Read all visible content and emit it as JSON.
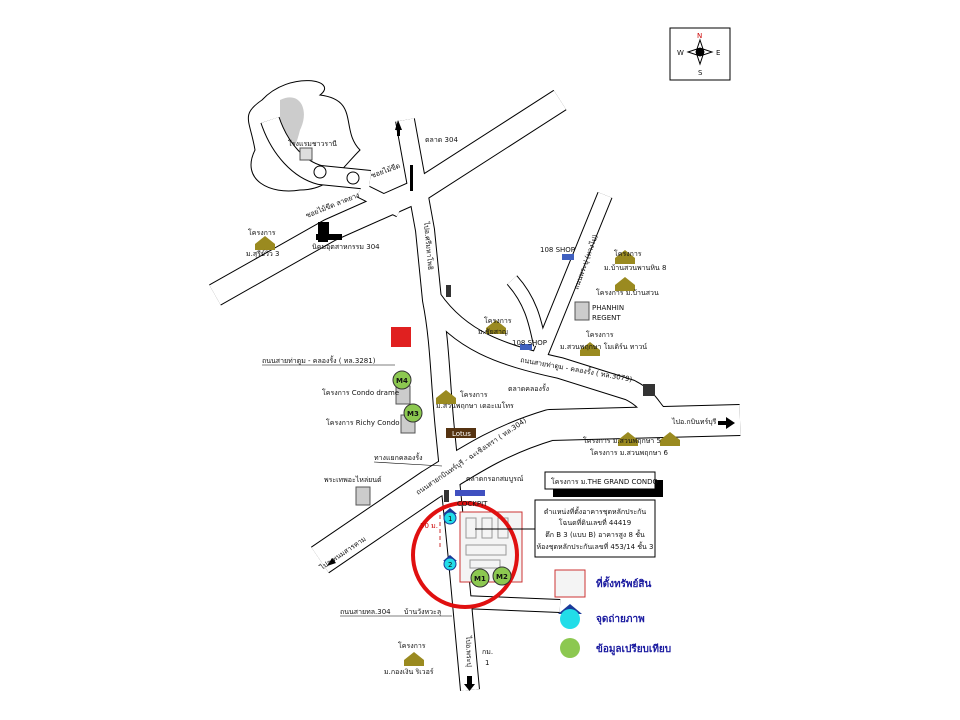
{
  "compass": {
    "n": "N",
    "s": "S",
    "e": "E",
    "w": "W"
  },
  "labels": {
    "hotel": "โรงแรมชาวรานี",
    "soi_maikheed": "ซอยไม้ขีด",
    "market_304": "ตลาด 304",
    "soi_maikheed_paved": "ซอยไม้ขีด ลาดยาง",
    "proj_suree_1": "โครงการ",
    "proj_suree_2": "ม.สุรีย์วิว 3",
    "industrial_304": "นิคมอุตสาหกรรม 304",
    "to_srimahaphot": "ไปอ.ศรีมหาโพธิ",
    "shop108_a": "108 SHOP",
    "proj_banpanhin_1": "โครงการ",
    "proj_banpanhin_2": "ม.บ้านสวนพานหิน 8",
    "proj_bansuan": "โครงการ ม.บ้านสวน",
    "phanhin_1": "PHANHIN",
    "phanhin_2": "REGENT",
    "road_prapu": "ถนนพระปุ (ทางไป)",
    "proj_chai_1": "โครงการ",
    "proj_chai_2": "ม.ชัยสาญ",
    "shop108_b": "108 SHOP",
    "proj_modern_1": "โครงการ",
    "proj_modern_2": "ม.สวนพฤกษา โมเดิร์น ทาวน์",
    "road_3079": "ถนนสายท่าตูม - คลองรั้ง ( ทล.3079)",
    "road_3281": "ถนนสายท่าตูม - คลองรั้ง ( ทล.3281)",
    "market_klongrang": "ตลาดคลองรั้ง",
    "proj_metro_1": "โครงการ",
    "proj_metro_2": "ม.สวนพฤกษา เดอะเมโทร",
    "condo_drame": "โครงการ Condo drame",
    "richy_condo": "โครงการ Richy Condo",
    "lotus": "Lotus",
    "to_kabinburi": "ไปอ.กบินทร์บุรี",
    "proj_sp5": "โครงการ ม.สวนพฤกษา 5",
    "proj_sp6": "โครงการ ม.สวนพฤกษา 6",
    "junction_klongrang": "ทางแยกคลองรั้ง",
    "road_304": "ถนนสายกบินทร์บุรี - ฉะเชิงเทรา ( ทล.304)",
    "market_krok": "ตลาดกรอกสมบูรณ์",
    "prathep": "พระเทพอะไหล่ยนต์",
    "grand_condo": "โครงการ ม.THE GRAND CONDO",
    "cockpit": "COCKPIT",
    "distance": "50 ม.",
    "to_phanom": "ไปอ.พนมสารคาม",
    "road_304_local": "ถนนสายทล.304",
    "ban_wang": "บ้านวังหวะลุ",
    "proj_kongngern_1": "โครงการ",
    "proj_kongngern_2": "ม.กองเงิน ริเวอร์",
    "km": "กม.",
    "km_num": "1",
    "to_south": "ไปอ.พระปุ"
  },
  "info_box": {
    "line1": "ตำแหน่งที่ตั้งอาคารชุดหลักประกัน",
    "line2": "โฉนดที่ดินเลขที่ 44419",
    "line3": "ตึก B 3 (แบบ B) อาคารสูง 8 ชั้น",
    "line4": "ห้องชุดหลักประกันเลขที่ 453/14 ชั้น 3"
  },
  "markers": {
    "photo": [
      "1",
      "2"
    ],
    "comparables": [
      "M1",
      "M2",
      "M3",
      "M4"
    ]
  },
  "legend": {
    "property": "ที่ตั้งทรัพย์สิน",
    "photo_point": "จุดถ่ายภาพ",
    "comparable": "ข้อมูลเปรียบเทียบ"
  },
  "colors": {
    "circle": "#e01010",
    "comparable": "#8cc850",
    "photo": "#22dde8",
    "photo_roof": "#1a3a9a",
    "legend_text": "#1a1aa0",
    "house": "#9a8a20"
  }
}
